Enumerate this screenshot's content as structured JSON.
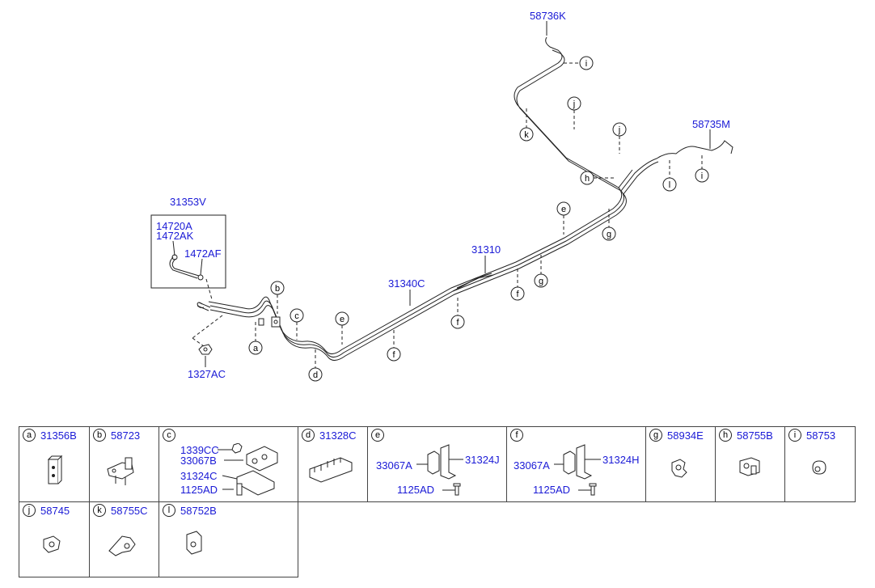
{
  "diagram": {
    "part_numbers": {
      "p58736K": "58736K",
      "p58735M": "58735M",
      "p31353V": "31353V",
      "p14720A": "14720A",
      "p1472AK": "1472AK",
      "p1472AF": "1472AF",
      "p31310": "31310",
      "p31340C": "31340C",
      "p1327AC": "1327AC"
    },
    "callouts": {
      "a": "a",
      "b": "b",
      "c": "c",
      "d": "d",
      "e": "e",
      "f": "f",
      "g": "g",
      "h": "h",
      "i": "i",
      "j": "j",
      "k": "k",
      "l": "l"
    }
  },
  "legend": {
    "row1": [
      {
        "letter": "a",
        "part": "31356B"
      },
      {
        "letter": "b",
        "part": "58723"
      },
      {
        "letter": "c",
        "part": "",
        "subs": [
          "1339CC",
          "33067B",
          "31324C",
          "1125AD"
        ]
      },
      {
        "letter": "d",
        "part": "31328C"
      },
      {
        "letter": "e",
        "part": "",
        "subs": [
          "33067A",
          "31324J",
          "1125AD"
        ]
      },
      {
        "letter": "f",
        "part": "",
        "subs": [
          "33067A",
          "31324H",
          "1125AD"
        ]
      },
      {
        "letter": "g",
        "part": "58934E"
      },
      {
        "letter": "h",
        "part": "58755B"
      },
      {
        "letter": "i",
        "part": "58753"
      }
    ],
    "row2": [
      {
        "letter": "j",
        "part": "58745"
      },
      {
        "letter": "k",
        "part": "58755C"
      },
      {
        "letter": "l",
        "part": "58752B"
      }
    ]
  }
}
